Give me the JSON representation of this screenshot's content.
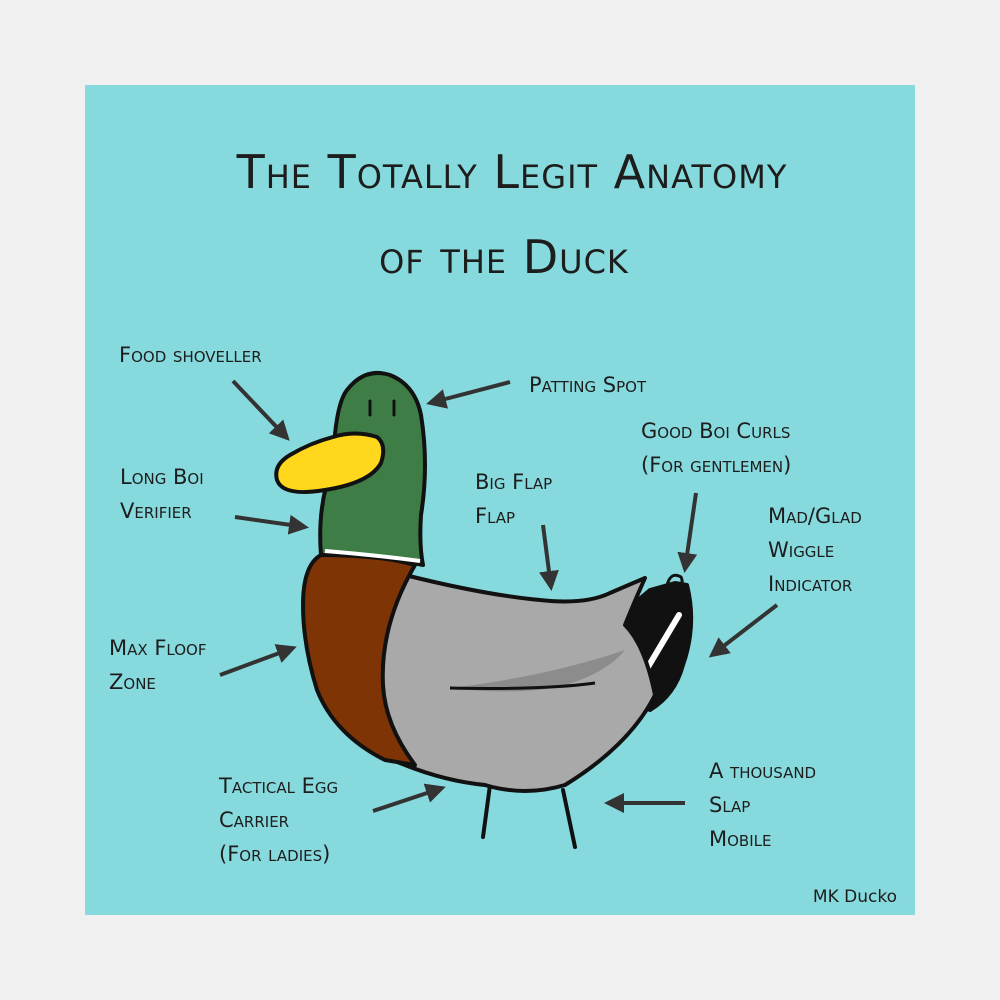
{
  "title": {
    "line1": "The Totally Legit Anatomy",
    "line2": "of the Duck"
  },
  "labels": {
    "food_shoveller": "Food shoveller",
    "patting_spot": "Patting Spot",
    "good_boi_curls": [
      "Good Boi Curls",
      "(For gentlemen)"
    ],
    "long_boi_verifier": [
      "Long Boi",
      "Verifier"
    ],
    "big_flap_flap": [
      "Big Flap",
      "Flap"
    ],
    "mad_glad_wiggle": [
      "Mad/Glad",
      "Wiggle",
      "Indicator"
    ],
    "max_floof_zone": [
      "Max Floof",
      "Zone"
    ],
    "tactical_egg_carrier": [
      "Tactical Egg",
      "Carrier",
      "(For ladies)"
    ],
    "slap_mobile": [
      "A thousand",
      "Slap",
      "Mobile"
    ]
  },
  "credit": "MK Ducko",
  "colors": {
    "background": "#86dadd",
    "head": "#3f7d47",
    "beak": "#ffd71c",
    "breast": "#7e3405",
    "body": "#a9a9a9",
    "wing_shadow": "#8c8c8c",
    "tail": "#111111",
    "outline": "#111111"
  }
}
